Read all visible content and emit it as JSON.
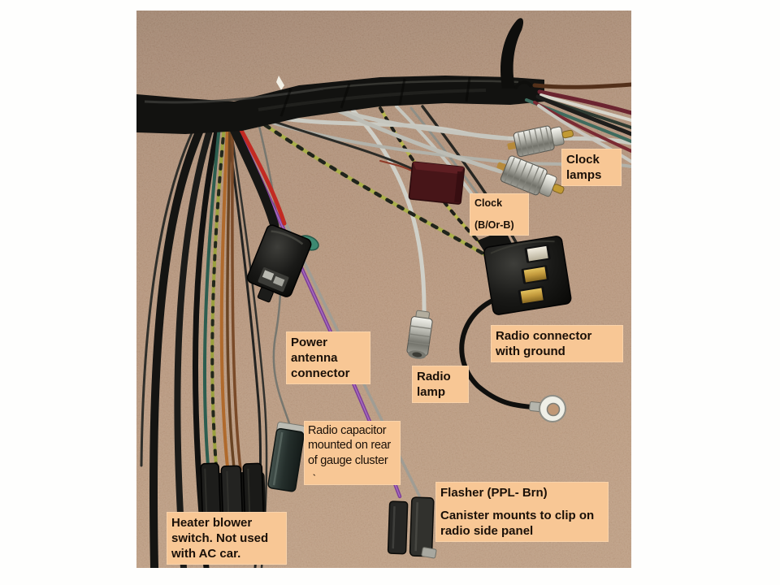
{
  "labels": {
    "clock_lamps": "Clock lamps",
    "clock": {
      "title": "Clock",
      "code": "(B/Or-B)"
    },
    "power_antenna": "Power antenna connector",
    "radio_connector": "Radio connector with ground",
    "radio_lamp": "Radio lamp",
    "radio_capacitor": "Radio capacitor mounted on rear of gauge cluster",
    "radio_capacitor_mark": "`",
    "flasher": {
      "title": "Flasher (PPL- Brn)",
      "body": "Canister mounts to clip on radio side panel"
    },
    "heater": "Heater blower switch. Not used with AC car."
  },
  "colors": {
    "label_bg": "#f8c795",
    "label_text": "#1a1008",
    "cork": "#c59c7e",
    "page_bg": "#ffffff"
  }
}
